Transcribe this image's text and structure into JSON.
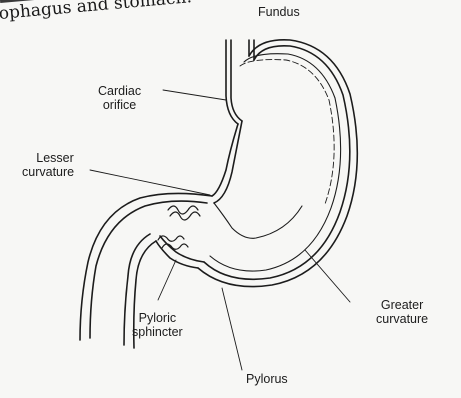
{
  "heading": "ophagus and stomach:",
  "labels": {
    "fundus": "Fundus",
    "cardiac_orifice": [
      "Cardiac",
      "orifice"
    ],
    "lesser_curvature": [
      "Lesser",
      "curvature"
    ],
    "pyloric_sphincter": [
      "Pyloric",
      "sphincter"
    ],
    "greater_curvature": [
      "Greater",
      "curvature"
    ],
    "pylorus": "Pylorus"
  },
  "colors": {
    "ink": "#1c1c1c",
    "paper": "#f7f7f5"
  }
}
